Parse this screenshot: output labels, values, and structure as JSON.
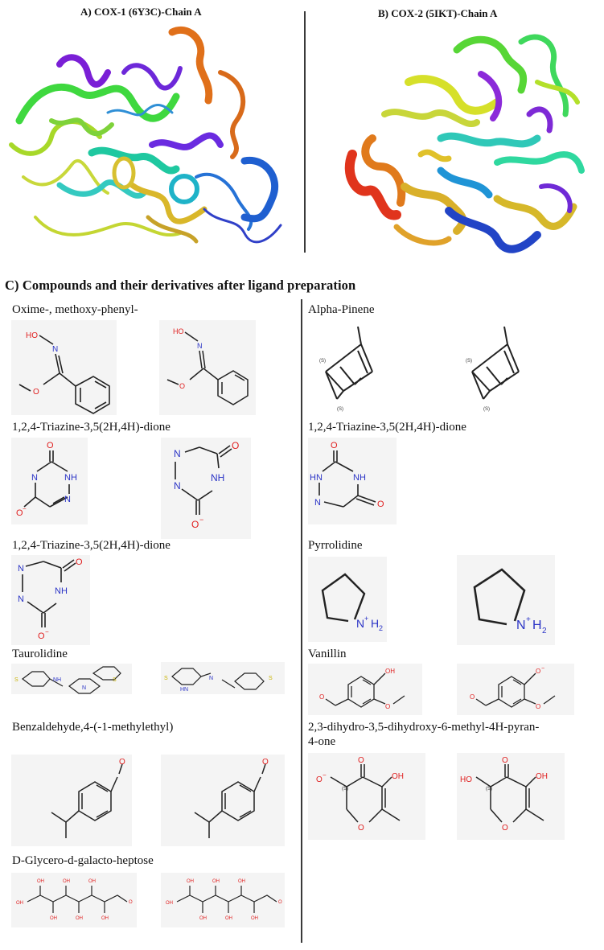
{
  "panels": {
    "a_title": "A) COX-1 (6Y3C)-Chain A",
    "b_title": "B) COX-2 (5IKT)-Chain A"
  },
  "section_c": {
    "title": "C) Compounds and their derivatives after ligand preparation"
  },
  "compounds": {
    "left": [
      "Oxime-, methoxy-phenyl-",
      "1,2,4-Triazine-3,5(2H,4H)-dione",
      "1,2,4-Triazine-3,5(2H,4H)-dione",
      "Taurolidine",
      "Benzaldehyde,4-(-1-methylethyl)",
      "D-Glycero-d-galacto-heptose"
    ],
    "right": [
      "Alpha-Pinene",
      "1,2,4-Triazine-3,5(2H,4H)-dione",
      "Pyrrolidine",
      "Vanillin",
      "2,3-dihydro-3,5-dihydroxy-6-methyl-4H-pyran-",
      "4-one"
    ]
  },
  "atom_labels": {
    "HO": "HO",
    "N": "N",
    "O": "O",
    "NH": "NH",
    "HN": "HN",
    "O_minus": "O",
    "minus": "−",
    "NH2_plus": "N",
    "H2": "H",
    "two": "2",
    "plus": "+",
    "OH": "OH",
    "S": "S",
    "stereo_S": "(S)"
  },
  "colors": {
    "nitrogen": "#2b34c6",
    "oxygen": "#e02020",
    "sulfur": "#c9b300",
    "bond": "#222222"
  }
}
